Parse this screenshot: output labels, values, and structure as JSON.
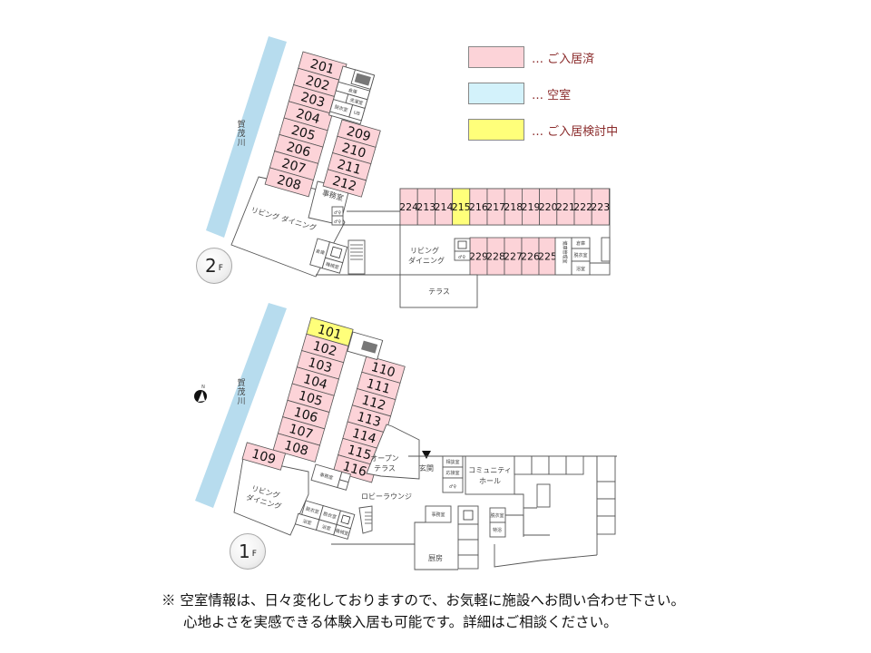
{
  "legend": [
    {
      "status": "occupied",
      "label": "… ご入居済",
      "color": "#fcd3d8"
    },
    {
      "status": "vacant",
      "label": "… 空室",
      "color": "#d3f2fb"
    },
    {
      "status": "considering",
      "label": "… ご入居検討中",
      "color": "#ffff7a"
    }
  ],
  "river_label": "賀茂川",
  "compass": "N",
  "floors": {
    "2F": {
      "badge": {
        "number": "2",
        "suffix": "F"
      },
      "wing_left_rooms": [
        "201",
        "202",
        "203",
        "204",
        "205",
        "206",
        "207",
        "208"
      ],
      "wing_inner_rooms": [
        "209",
        "210",
        "211",
        "212"
      ],
      "corridor_north_rooms": [
        "224",
        "213",
        "214",
        "215",
        "216",
        "217",
        "218",
        "219",
        "220",
        "221",
        "222",
        "223"
      ],
      "corridor_south_rooms": [
        "229",
        "228",
        "227",
        "226",
        "225"
      ],
      "room_status": {
        "201": "occupied",
        "202": "occupied",
        "203": "occupied",
        "204": "occupied",
        "205": "occupied",
        "206": "occupied",
        "207": "occupied",
        "208": "occupied",
        "209": "occupied",
        "210": "occupied",
        "211": "occupied",
        "212": "occupied",
        "213": "occupied",
        "214": "occupied",
        "215": "considering",
        "216": "occupied",
        "217": "occupied",
        "218": "occupied",
        "219": "occupied",
        "220": "occupied",
        "221": "occupied",
        "222": "occupied",
        "223": "occupied",
        "224": "occupied",
        "225": "occupied",
        "226": "occupied",
        "227": "occupied",
        "228": "occupied",
        "229": "occupied"
      },
      "labels": {
        "living_dining_west": "リビング ダイニング",
        "living_dining_east_1": "リビング",
        "living_dining_east_2": "ダイニング",
        "office": "事務室",
        "terrace": "テラス",
        "storage": "倉庫",
        "laundry": "洗濯室",
        "changing": "脱衣室",
        "ub": "UB",
        "storage2": "倉庫",
        "machine": "機械室",
        "health": "健康管理室",
        "warehouse": "倉庫",
        "changing2": "脱衣室",
        "bath": "浴室"
      }
    },
    "1F": {
      "badge": {
        "number": "1",
        "suffix": "F"
      },
      "wing_left_rooms": [
        "101",
        "102",
        "103",
        "104",
        "105",
        "106",
        "107",
        "108",
        "109"
      ],
      "wing_inner_rooms": [
        "110",
        "111",
        "112",
        "113",
        "114",
        "115",
        "116"
      ],
      "room_status": {
        "101": "considering",
        "102": "occupied",
        "103": "occupied",
        "104": "occupied",
        "105": "occupied",
        "106": "occupied",
        "107": "occupied",
        "108": "occupied",
        "109": "occupied",
        "110": "occupied",
        "111": "occupied",
        "112": "occupied",
        "113": "occupied",
        "114": "occupied",
        "115": "occupied",
        "116": "occupied"
      },
      "labels": {
        "open_terrace_1": "オープン",
        "open_terrace_2": "テラス",
        "entrance": "玄関",
        "consult": "相談室",
        "reception": "応接室",
        "community_1": "コミュニティ",
        "community_2": "ホール",
        "lobby": "ロビーラウンジ",
        "living_dining_1": "リビング",
        "living_dining_2": "ダイニング",
        "office": "事務室",
        "office2": "事務室",
        "kitchen": "厨房",
        "changing_a": "脱衣室",
        "changing_b": "脱衣室",
        "bath_a": "浴室",
        "bath_b": "浴室",
        "machine": "機械室",
        "changing_c": "脱衣室",
        "special_bath": "特浴"
      }
    }
  },
  "note": {
    "line1": "※ 空室情報は、日々変化しておりますので、お気軽に施設へお問い合わせ下さい。",
    "line2": "心地よさを実感できる体験入居も可能です。詳細はご相談ください。"
  }
}
